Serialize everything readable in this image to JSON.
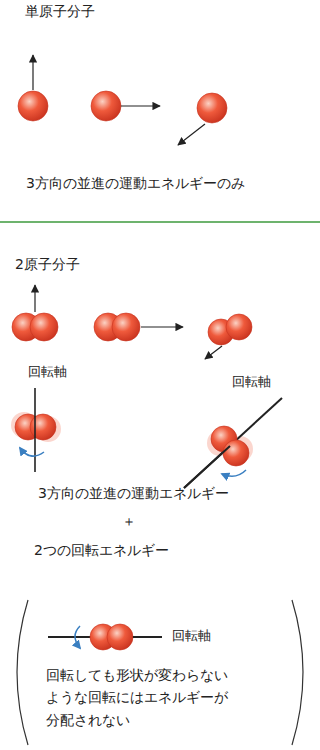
{
  "diagram": {
    "labels": [
      "単原子分子",
      "3方向の並進の運動エネルギーのみ",
      "2原子分子",
      "回転軸",
      "回転軸",
      "3方向の並進の運動エネルギー",
      "＋",
      "2つの回転エネルギー",
      "回転軸",
      "回転しても形状が変わらないような回転にはエネルギーが分配されない"
    ]
  }
}
